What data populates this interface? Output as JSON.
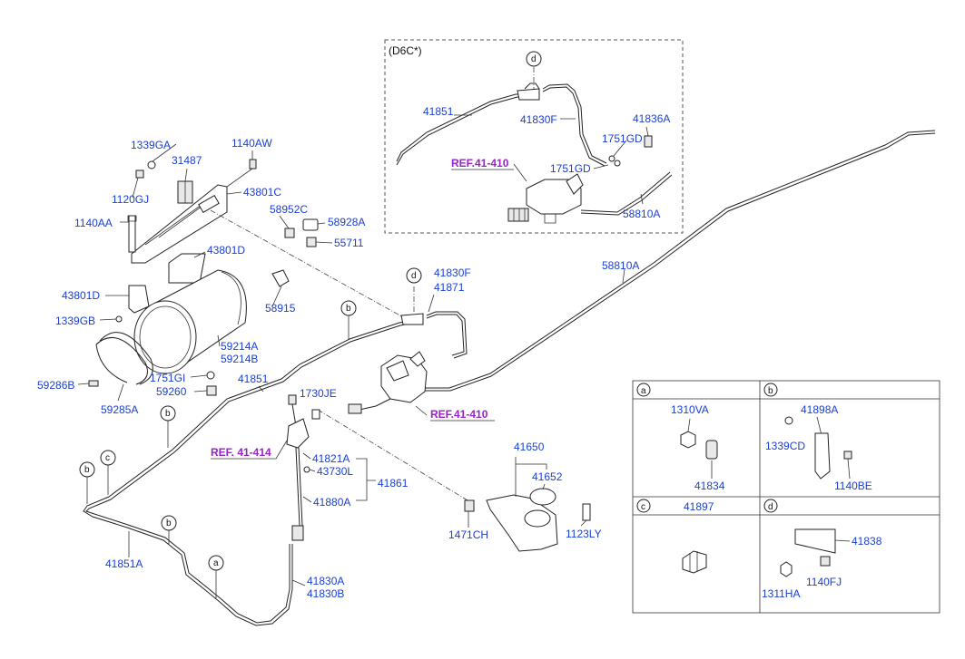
{
  "inset": {
    "variant": "(D6C*)"
  },
  "refs": [
    "REF.41-410",
    "REF.41-410",
    "REF. 41-414"
  ],
  "circle_callouts": [
    "d",
    "b",
    "b",
    "b",
    "c",
    "b",
    "a",
    "d"
  ],
  "labels": {
    "l41851_top": "41851",
    "l41830F_top": "41830F",
    "l41836A": "41836A",
    "l1751GD_a": "1751GD",
    "l1751GD_b": "1751GD",
    "l58810A_top": "58810A",
    "l1339GA": "1339GA",
    "l1140AW": "1140AW",
    "l31487": "31487",
    "l43801C": "43801C",
    "l1120GJ": "1120GJ",
    "l1140AA": "1140AA",
    "l58952C": "58952C",
    "l58928A": "58928A",
    "l55711": "55711",
    "l43801D_a": "43801D",
    "l43801D_b": "43801D",
    "l58915": "58915",
    "l1339GB": "1339GB",
    "l59214A": "59214A",
    "l59214B": "59214B",
    "l1751GI": "1751GI",
    "l59260": "59260",
    "l59286B": "59286B",
    "l59285A": "59285A",
    "l41851_mid": "41851",
    "l1730JE": "1730JE",
    "l41830F_mid": "41830F",
    "l41871": "41871",
    "l58810A_mid": "58810A",
    "l41821A": "41821A",
    "l43730L": "43730L",
    "l41861": "41861",
    "l41880A": "41880A",
    "l41851A": "41851A",
    "l41830A": "41830A",
    "l41830B": "41830B",
    "l41650": "41650",
    "l41652": "41652",
    "l1471CH": "1471CH",
    "l1123LY": "1123LY"
  },
  "legend": {
    "a": {
      "key": "a",
      "parts": [
        "1310VA",
        "41834"
      ]
    },
    "b": {
      "key": "b",
      "parts": [
        "41898A",
        "1339CD",
        "1140BE"
      ]
    },
    "c": {
      "key": "c",
      "parts": [
        "41897"
      ]
    },
    "d": {
      "key": "d",
      "parts": [
        "41838",
        "1311HA",
        "1140FJ"
      ]
    }
  }
}
